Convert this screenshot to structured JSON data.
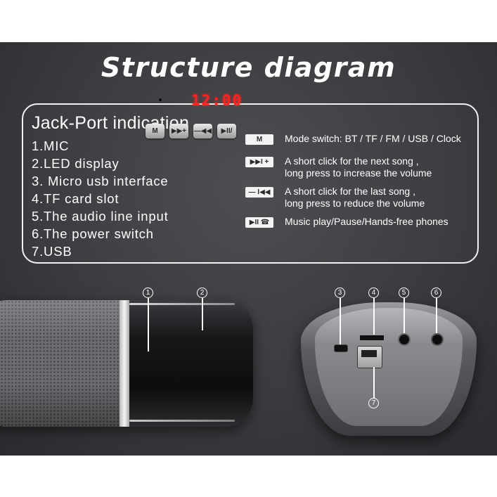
{
  "title": "Structure diagram",
  "info": {
    "heading": "Jack-Port indication",
    "ports": [
      "1.MIC",
      "2.LED display",
      "3. Micro usb interface",
      "4.TF card slot",
      "5.The audio line input",
      "6.The power switch",
      "7.USB"
    ],
    "buttons": [
      {
        "icon": "M",
        "icon_name": "mode-key-icon",
        "lines": [
          "Mode switch: BT / TF / FM / USB / Clock"
        ]
      },
      {
        "icon": "▶▶I +",
        "icon_name": "next-volume-up-key-icon",
        "lines": [
          "A short click for the next song ,",
          "long press to increase the volume"
        ]
      },
      {
        "icon": "— I◀◀",
        "icon_name": "prev-volume-down-key-icon",
        "lines": [
          "A short click for the last song ,",
          "long press to reduce the volume"
        ]
      },
      {
        "icon": "▶II ☎",
        "icon_name": "play-pause-call-key-icon",
        "lines": [
          "Music play/Pause/Hands-free phones"
        ]
      }
    ]
  },
  "front_view": {
    "led_display": "12:00",
    "panel_buttons": [
      "M",
      "▶▶+",
      "—◀◀",
      "▶II/"
    ]
  },
  "callouts": [
    "1",
    "2",
    "3",
    "4",
    "5",
    "6",
    "7"
  ]
}
